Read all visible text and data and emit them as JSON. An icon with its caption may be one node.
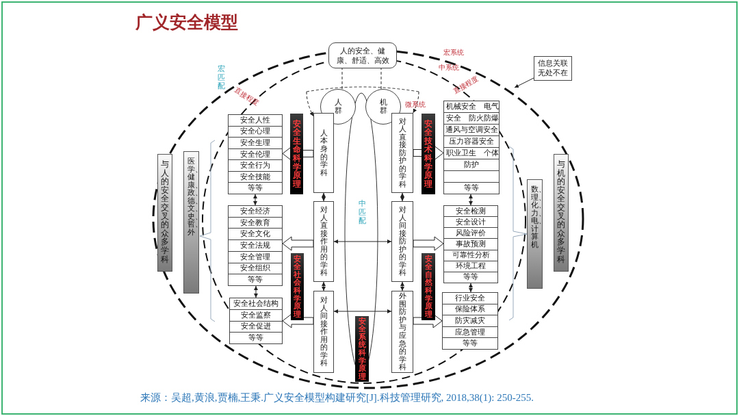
{
  "diagram": {
    "title": "广义安全模型",
    "caption": "来源：吴超,黄浪,贾楠,王秉.广义安全模型构建研究[J].科技管理研究, 2018,38(1): 250-255.",
    "nodes": [
      {
        "text": [
          "人的安全、健康、舒适、高效"
        ]
      },
      {
        "text": [
          "信息关联无处不在"
        ]
      },
      {
        "text": [
          "人群"
        ]
      },
      {
        "text": [
          "机群"
        ]
      },
      {
        "text": [
          "安全人性",
          "安全心理",
          "安全生理",
          "安全伦理",
          "安全行为",
          "安全技能",
          "等等"
        ]
      },
      {
        "text": [
          "安全经济",
          "安全教育",
          "安全文化",
          "安全法规",
          "安全管理",
          "安全组织",
          "等等"
        ]
      },
      {
        "text": [
          "安全社会结构",
          "安全监察",
          "安全促进",
          "等等"
        ]
      },
      {
        "text": [
          "人本身的学科"
        ]
      },
      {
        "text": [
          "对人直接作用的学科"
        ]
      },
      {
        "text": [
          "对人间接作用的学科"
        ]
      },
      {
        "text": [
          "对人直接防护的学科"
        ]
      },
      {
        "text": [
          "对人间接防护的学科"
        ]
      },
      {
        "text": [
          "外围防护与应急的学科"
        ]
      },
      {
        "text": [
          "机械安全　电气",
          "安全　防火防爆",
          "通风与空调安全",
          "压力容器安全",
          "职业卫生　个体",
          "防护",
          "等等"
        ]
      },
      {
        "text": [
          "安全检测",
          "安全设计",
          "风险评价",
          "事故预测",
          "可靠性分析",
          "环境工程",
          "等等"
        ]
      },
      {
        "text": [
          "行业安全",
          "保险体系",
          "防灾减灾",
          "应急管理",
          "等等"
        ]
      },
      {
        "text": [
          "安全生命科学原理"
        ]
      },
      {
        "text": [
          "安全社会科学原理"
        ]
      },
      {
        "text": [
          "安全技术科学原理"
        ]
      },
      {
        "text": [
          "安全自然科学原理"
        ]
      },
      {
        "text": [
          "安全系统科学原理"
        ]
      },
      {
        "text": [
          "与人的安全交叉的众多学科"
        ]
      },
      {
        "text": [
          "医学、健康、政、德、文、史、哲、外"
        ]
      },
      {
        "text": [
          "数、理、化、力、电、计算机"
        ]
      },
      {
        "text": [
          "与机的安全交叉的众多学科"
        ]
      }
    ],
    "edges": [
      {
        "from": 7,
        "to": 4,
        "arrow": "to",
        "style": "thick"
      },
      {
        "from": 8,
        "to": 5,
        "arrow": "to",
        "style": "thick"
      },
      {
        "from": 9,
        "to": 6,
        "arrow": "to",
        "style": "thick"
      },
      {
        "from": 10,
        "to": 13,
        "arrow": "to",
        "style": "thick"
      },
      {
        "from": 11,
        "to": 14,
        "arrow": "to",
        "style": "thick"
      },
      {
        "from": 12,
        "to": 15,
        "arrow": "to",
        "style": "thick"
      },
      {
        "from": 4,
        "to": 5,
        "arrow": "both"
      },
      {
        "from": 5,
        "to": 6,
        "arrow": "both"
      },
      {
        "from": 7,
        "to": 8,
        "arrow": "both"
      },
      {
        "from": 8,
        "to": 9,
        "arrow": "both"
      },
      {
        "from": 10,
        "to": 11,
        "arrow": "both"
      },
      {
        "from": 11,
        "to": 12,
        "arrow": "both"
      },
      {
        "from": 13,
        "to": 14,
        "arrow": "both"
      },
      {
        "from": 14,
        "to": 15,
        "arrow": "both"
      },
      {
        "from": 8,
        "to": 11,
        "arrow": "both"
      },
      {
        "from": 9,
        "to": 12,
        "arrow": "both"
      },
      {
        "from": 1,
        "to": null,
        "arrow": "to"
      },
      {
        "from": null,
        "to": 7,
        "arrow": "to",
        "style": "dashed"
      },
      {
        "from": null,
        "to": 10,
        "arrow": "to",
        "style": "dashed"
      },
      {
        "from": 2,
        "to": 0,
        "arrow": "none",
        "style": "dashed"
      },
      {
        "from": 3,
        "to": 0,
        "arrow": "none",
        "style": "dashed"
      }
    ],
    "labels": [
      "宏匹配",
      "直接程度",
      "宏系统",
      "中系统",
      "直接程度",
      "微系统",
      "中匹配"
    ]
  }
}
